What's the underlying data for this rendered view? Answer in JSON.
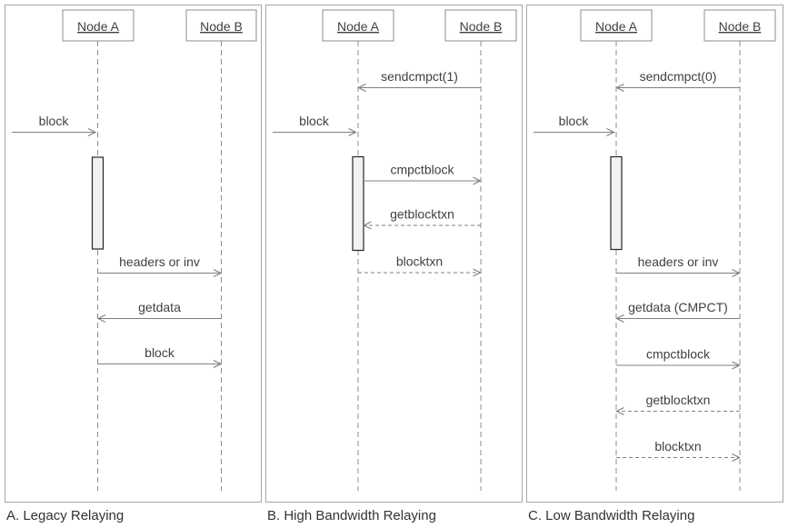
{
  "diagram_type": "sequence-diagram",
  "colors": {
    "background": "#ffffff",
    "frame_border": "#a6a6a6",
    "line": "#808080",
    "text": "#404040",
    "caption_text": "#333333",
    "activation_fill": "#f2f2f2",
    "activation_border": "#262626"
  },
  "panels": [
    {
      "caption": "A. Legacy Relaying",
      "actors": [
        "Node A",
        "Node B"
      ],
      "messages": [
        {
          "label": "block",
          "from": "external",
          "to": "Node A",
          "line": "solid"
        },
        {
          "label": "headers or inv",
          "from": "Node A",
          "to": "Node B",
          "line": "solid"
        },
        {
          "label": "getdata",
          "from": "Node B",
          "to": "Node A",
          "line": "solid"
        },
        {
          "label": "block",
          "from": "Node A",
          "to": "Node B",
          "line": "solid"
        }
      ]
    },
    {
      "caption": "B. High Bandwidth Relaying",
      "actors": [
        "Node A",
        "Node B"
      ],
      "messages": [
        {
          "label": "sendcmpct(1)",
          "from": "Node B",
          "to": "Node A",
          "line": "solid"
        },
        {
          "label": "block",
          "from": "external",
          "to": "Node A",
          "line": "solid"
        },
        {
          "label": "cmpctblock",
          "from": "Node A",
          "to": "Node B",
          "line": "solid"
        },
        {
          "label": "getblocktxn",
          "from": "Node B",
          "to": "Node A",
          "line": "dashed"
        },
        {
          "label": "blocktxn",
          "from": "Node A",
          "to": "Node B",
          "line": "dashed"
        }
      ]
    },
    {
      "caption": "C. Low Bandwidth Relaying",
      "actors": [
        "Node A",
        "Node B"
      ],
      "messages": [
        {
          "label": "sendcmpct(0)",
          "from": "Node B",
          "to": "Node A",
          "line": "solid"
        },
        {
          "label": "block",
          "from": "external",
          "to": "Node A",
          "line": "solid"
        },
        {
          "label": "headers or inv",
          "from": "Node A",
          "to": "Node B",
          "line": "solid"
        },
        {
          "label": "getdata (CMPCT)",
          "from": "Node B",
          "to": "Node A",
          "line": "solid"
        },
        {
          "label": "cmpctblock",
          "from": "Node A",
          "to": "Node B",
          "line": "solid"
        },
        {
          "label": "getblocktxn",
          "from": "Node B",
          "to": "Node A",
          "line": "dashed"
        },
        {
          "label": "blocktxn",
          "from": "Node A",
          "to": "Node B",
          "line": "dashed"
        }
      ]
    }
  ]
}
